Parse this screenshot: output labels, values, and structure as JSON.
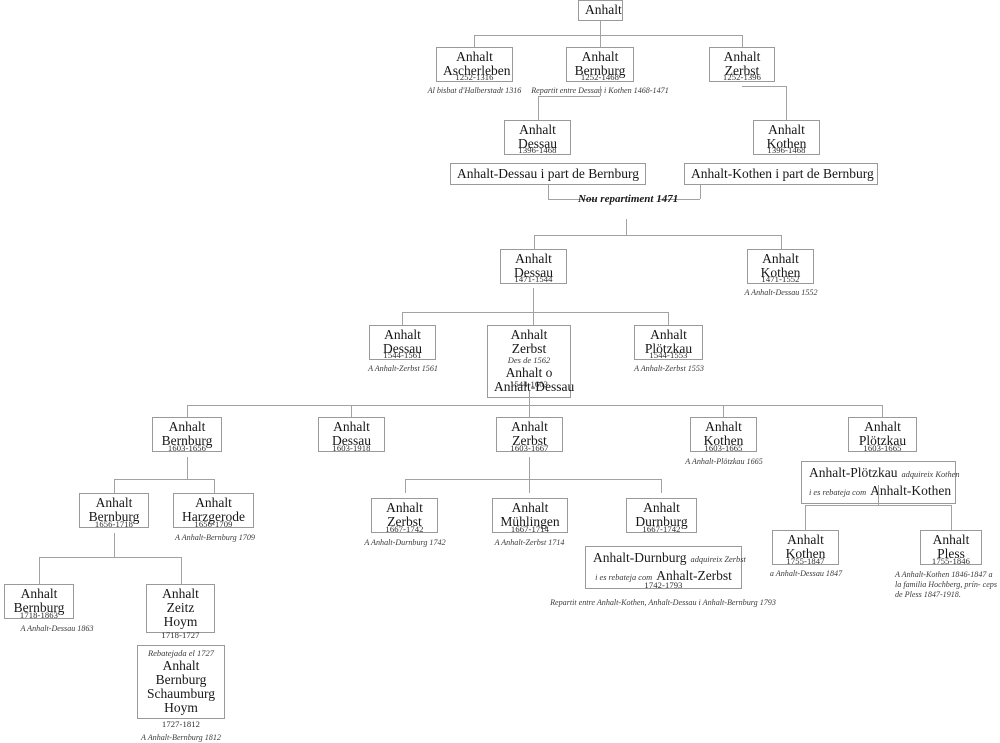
{
  "diagram": {
    "title": "Anhalt",
    "language": "ca",
    "root": {
      "name": "Anhalt"
    },
    "labels": {
      "nou_repartiment_line1": "Nou repartiment",
      "nou_repartiment_line2": "1471"
    },
    "nodes": [
      {
        "id": "anhalt-root",
        "name": "Anhalt",
        "dates": "",
        "note": ""
      },
      {
        "id": "ascherleben",
        "name_line1": "Anhalt",
        "name_line2": "Ascherleben",
        "dates": "1252-1316",
        "note": "Al bisbat d'Halberstadt 1316"
      },
      {
        "id": "bernburg-1252",
        "name_line1": "Anhalt",
        "name_line2": "Bernburg",
        "dates": "1252-1468",
        "note": "Repartit entre Dessau i Kothen 1468-1471"
      },
      {
        "id": "zerbst-1252",
        "name_line1": "Anhalt",
        "name_line2": "Zerbst",
        "dates": "1252-1396",
        "note": ""
      },
      {
        "id": "dessau-1396",
        "name_line1": "Anhalt",
        "name_line2": "Dessau",
        "dates": "1396-1468",
        "note": ""
      },
      {
        "id": "kothen-1396",
        "name_line1": "Anhalt",
        "name_line2": "Kothen",
        "dates": "1396-1468",
        "note": ""
      },
      {
        "id": "dessau-part-bernburg",
        "name": "Anhalt-Dessau i part de Bernburg",
        "dates": "",
        "note": ""
      },
      {
        "id": "kothen-part-bernburg",
        "name": "Anhalt-Kothen i part de Bernburg",
        "dates": "",
        "note": ""
      },
      {
        "id": "dessau-1471",
        "name_line1": "Anhalt",
        "name_line2": "Dessau",
        "dates": "1471-1544",
        "note": ""
      },
      {
        "id": "kothen-1471",
        "name_line1": "Anhalt",
        "name_line2": "Kothen",
        "dates": "1471-1552",
        "note": "A Anhalt-Dessau 1552"
      },
      {
        "id": "dessau-1544",
        "name_line1": "Anhalt",
        "name_line2": "Dessau",
        "dates": "1544-1561",
        "note": "A Anhalt-Zerbst 1561"
      },
      {
        "id": "zerbst-1544",
        "name_line1": "Anhalt",
        "name_line2": "Zerbst",
        "name_italic": "Des de 1562",
        "name_line3": "Anhalt o",
        "name_line4": "Anhalt-Dessau",
        "dates": "1544-1603",
        "note": ""
      },
      {
        "id": "plotzkau-1544",
        "name_line1": "Anhalt",
        "name_line2": "Plötzkau",
        "dates": "1544-1553",
        "note": "A Anhalt-Zerbst 1553"
      },
      {
        "id": "bernburg-1603",
        "name_line1": "Anhalt",
        "name_line2": "Bernburg",
        "dates": "1603-1656",
        "note": ""
      },
      {
        "id": "dessau-1603",
        "name_line1": "Anhalt",
        "name_line2": "Dessau",
        "dates": "1603-1918",
        "note": ""
      },
      {
        "id": "zerbst-1603",
        "name_line1": "Anhalt",
        "name_line2": "Zerbst",
        "dates": "1603-1667",
        "note": ""
      },
      {
        "id": "kothen-1603",
        "name_line1": "Anhalt",
        "name_line2": "Kothen",
        "dates": "1603-1665",
        "note": "A Anhalt-Plötzkau 1665"
      },
      {
        "id": "plotzkau-1603",
        "name_line1": "Anhalt",
        "name_line2": "Plötzkau",
        "dates": "1603-1665",
        "note": ""
      },
      {
        "id": "plotzkau-merge",
        "name_a": "Anhalt-Plötzkau",
        "name_it1": "adquireix Kothen",
        "name_it2": "i es rebateja com",
        "name_b": "Anhalt-Kothen",
        "dates": "",
        "note": ""
      },
      {
        "id": "bernburg-1656",
        "name_line1": "Anhalt",
        "name_line2": "Bernburg",
        "dates": "1656-1718",
        "note": ""
      },
      {
        "id": "harzgerode-1656",
        "name_line1": "Anhalt",
        "name_line2": "Harzgerode",
        "dates": "1656-1709",
        "note": "A Anhalt-Bernburg 1709"
      },
      {
        "id": "zerbst-1667",
        "name_line1": "Anhalt",
        "name_line2": "Zerbst",
        "dates": "1667-1742",
        "note": "A Anhalt-Durnburg 1742"
      },
      {
        "id": "muhlingen-1667",
        "name_line1": "Anhalt",
        "name_line2": "Mühlingen",
        "dates": "1667-1714",
        "note": "A Anhalt-Zerbst 1714"
      },
      {
        "id": "durnburg-1667",
        "name_line1": "Anhalt",
        "name_line2": "Durnburg",
        "dates": "1667-1742",
        "note": ""
      },
      {
        "id": "durnburg-merge",
        "name_a": "Anhalt-Durnburg",
        "name_it1": "adquireix Zerbst",
        "name_it2": "i es rebateja com",
        "name_b": "Anhalt-Zerbst",
        "dates": "1742-1793",
        "note": "Repartit entre Anhalt-Kothen, Anhalt-Dessau i Anhalt-Bernburg 1793"
      },
      {
        "id": "kothen-1755",
        "name_line1": "Anhalt",
        "name_line2": "Kothen",
        "dates": "1755-1847",
        "note": "a Anhalt-Dessau 1847"
      },
      {
        "id": "pless-1755",
        "name_line1": "Anhalt",
        "name_line2": "Pless",
        "dates": "1755-1846",
        "note_line1": "A Anhalt-Kothen 1846-1847",
        "note_line2": "a la familia Hochberg, prín-",
        "note_line3": "ceps de Pless  1847-1918."
      },
      {
        "id": "bernburg-1718",
        "name_line1": "Anhalt",
        "name_line2": "Bernburg",
        "dates": "1718-1863",
        "note": "A Anhalt-Dessau 1863"
      },
      {
        "id": "zeitz-hoym-1718",
        "name_line1": "Anhalt",
        "name_line2": "Zeitz",
        "name_line3": "Hoym",
        "dates": "1718-1727",
        "note": ""
      },
      {
        "id": "bernburg-schaumburg-hoym",
        "name_italic": "Rebatejada el 1727",
        "name_line1": "Anhalt",
        "name_line2": "Bernburg",
        "name_line3": "Schaumburg",
        "name_line4": "Hoym",
        "dates": "1727-1812",
        "note": "A Anhalt-Bernburg 1812"
      }
    ]
  }
}
